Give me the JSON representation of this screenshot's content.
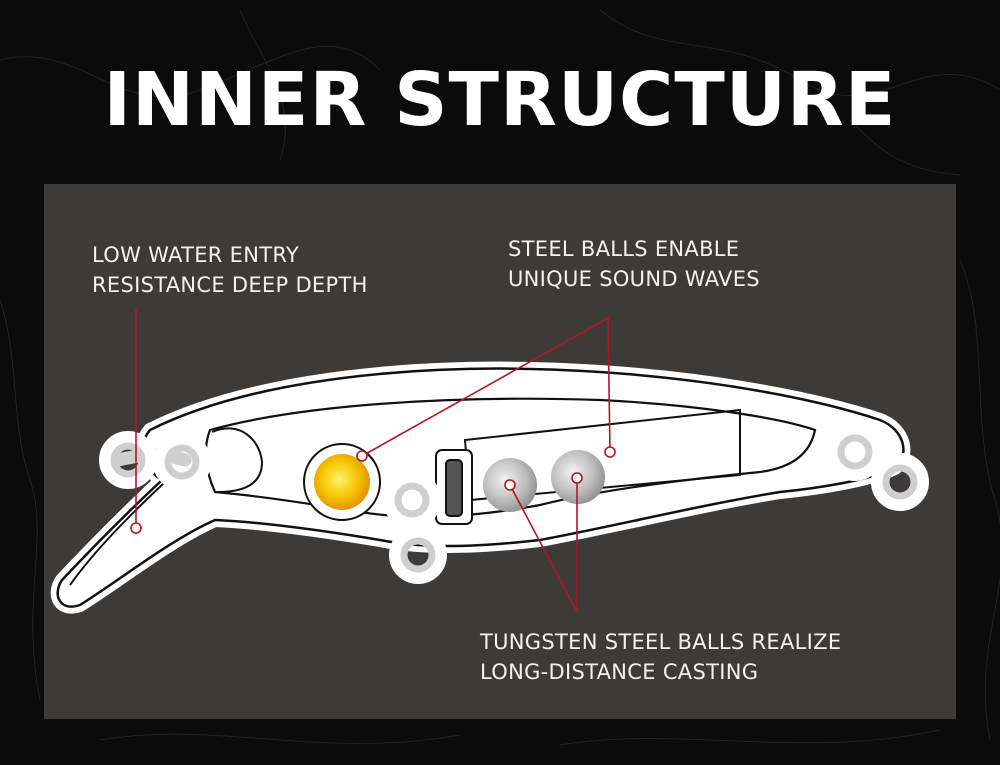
{
  "title": "INNER STRUCTURE",
  "callouts": {
    "low_water": {
      "line1": "LOW WATER ENTRY",
      "line2": "RESISTANCE DEEP DEPTH"
    },
    "steel_balls": {
      "line1": "STEEL BALLS ENABLE",
      "line2": "UNIQUE SOUND WAVES"
    },
    "tungsten": {
      "line1": "TUNGSTEN STEEL BALLS REALIZE",
      "line2": "LONG-DISTANCE CASTING"
    }
  },
  "colors": {
    "background": "#0b0b0b",
    "panel": "#3d3a38",
    "leader_line": "#b0152a",
    "lure_outline": "#111111",
    "gold_ball": "#f5b800",
    "steel_ball": "#b5b5b5"
  }
}
